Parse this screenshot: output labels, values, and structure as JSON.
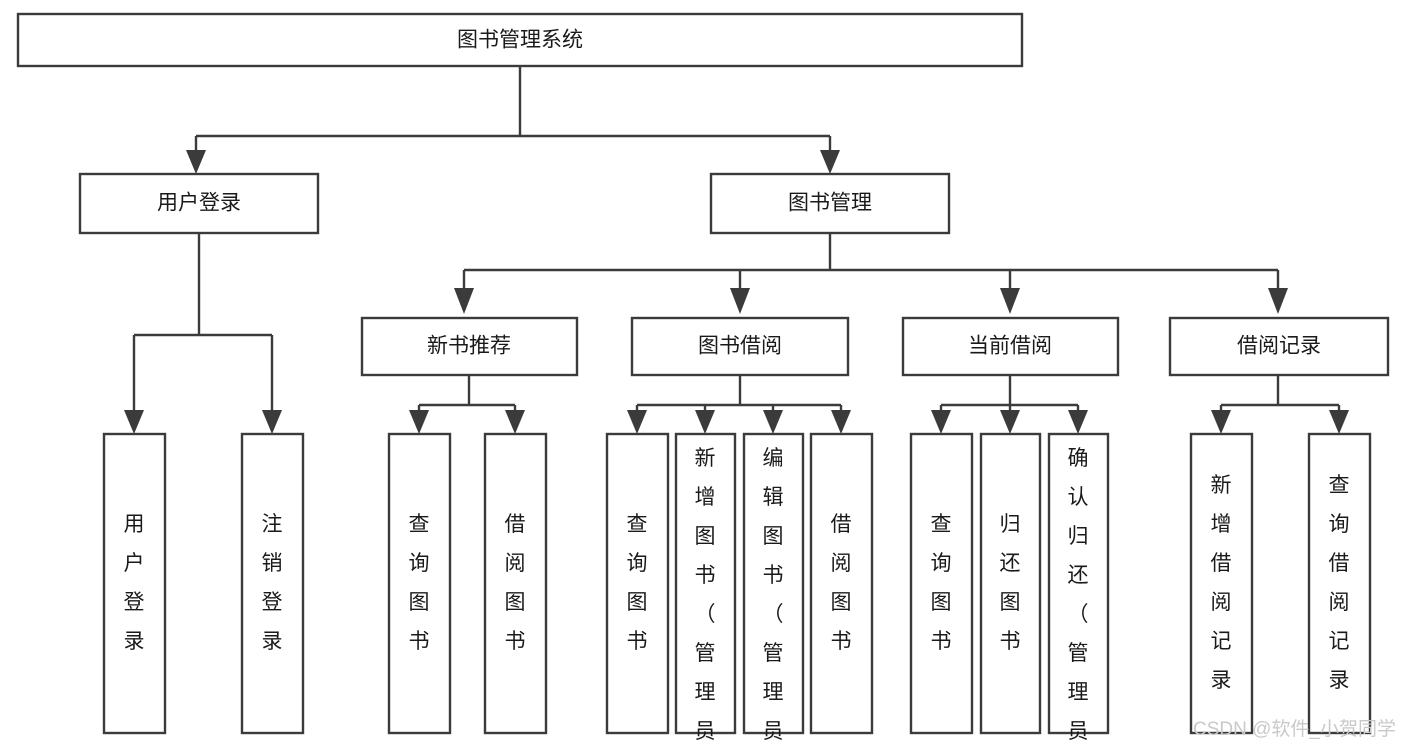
{
  "diagram": {
    "title": "图书管理系统",
    "type": "tree-hierarchy-diagram",
    "colors": {
      "box_stroke": "#3b3b3b",
      "box_fill": "#ffffff",
      "text": "#1a1a1a",
      "background": "#ffffff",
      "watermark": "#c9c9c9"
    },
    "root": {
      "label": "图书管理系统"
    },
    "level2": [
      {
        "label": "用户登录"
      },
      {
        "label": "图书管理"
      }
    ],
    "level3": [
      {
        "label": "新书推荐"
      },
      {
        "label": "图书借阅"
      },
      {
        "label": "当前借阅"
      },
      {
        "label": "借阅记录"
      }
    ],
    "leaves": {
      "user_login": [
        {
          "label": "用户登录"
        },
        {
          "label": "注销登录"
        }
      ],
      "new_book_recommend": [
        {
          "label": "查询图书"
        },
        {
          "label": "借阅图书"
        }
      ],
      "book_borrow": [
        {
          "label": "查询图书"
        },
        {
          "label": "新增图书（管理员）"
        },
        {
          "label": "编辑图书（管理员）"
        },
        {
          "label": "借阅图书"
        }
      ],
      "current_borrow": [
        {
          "label": "查询图书"
        },
        {
          "label": "归还图书"
        },
        {
          "label": "确认归还（管理员）"
        }
      ],
      "borrow_record": [
        {
          "label": "新增借阅记录"
        },
        {
          "label": "查询借阅记录"
        }
      ]
    }
  },
  "watermark": {
    "text": "CSDN @软件_小贺同学"
  }
}
